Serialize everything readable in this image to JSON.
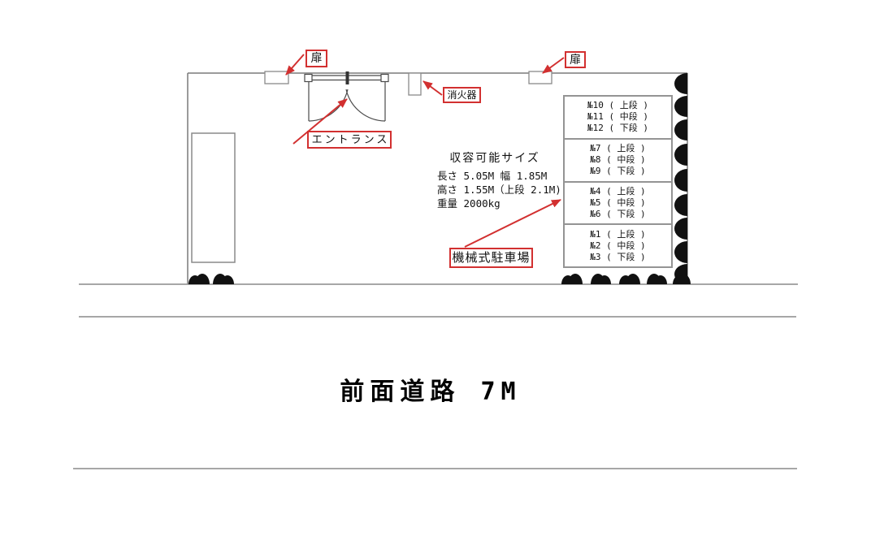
{
  "colors": {
    "accent_red": "#d23030",
    "line_gray": "#8a8a8a",
    "bush_black": "#111111"
  },
  "labels": {
    "door_left": "扉",
    "door_right": "扉",
    "fire_extinguisher": "消火器",
    "entrance": "エントランス",
    "machine_parking": "機械式駐車場"
  },
  "spec": {
    "title": "収容可能サイズ",
    "lines": [
      "長さ 5.05M 幅 1.85M",
      "高さ 1.55M（上段 2.1M)",
      "重量 2000kg"
    ]
  },
  "parking_table": {
    "cells": [
      {
        "lines": [
          "№10 ( 上段 )",
          "№11 ( 中段 )",
          "№12 ( 下段 )"
        ]
      },
      {
        "lines": [
          "№7 ( 上段 )",
          "№8 ( 中段 )",
          "№9 ( 下段 )"
        ]
      },
      {
        "lines": [
          "№4 ( 上段 )",
          "№5 ( 中段 )",
          "№6 ( 下段 )"
        ]
      },
      {
        "lines": [
          "№1 ( 上段 )",
          "№2 ( 中段 )",
          "№3 ( 下段 )"
        ]
      }
    ]
  },
  "road": {
    "label": "前面道路 7M"
  }
}
